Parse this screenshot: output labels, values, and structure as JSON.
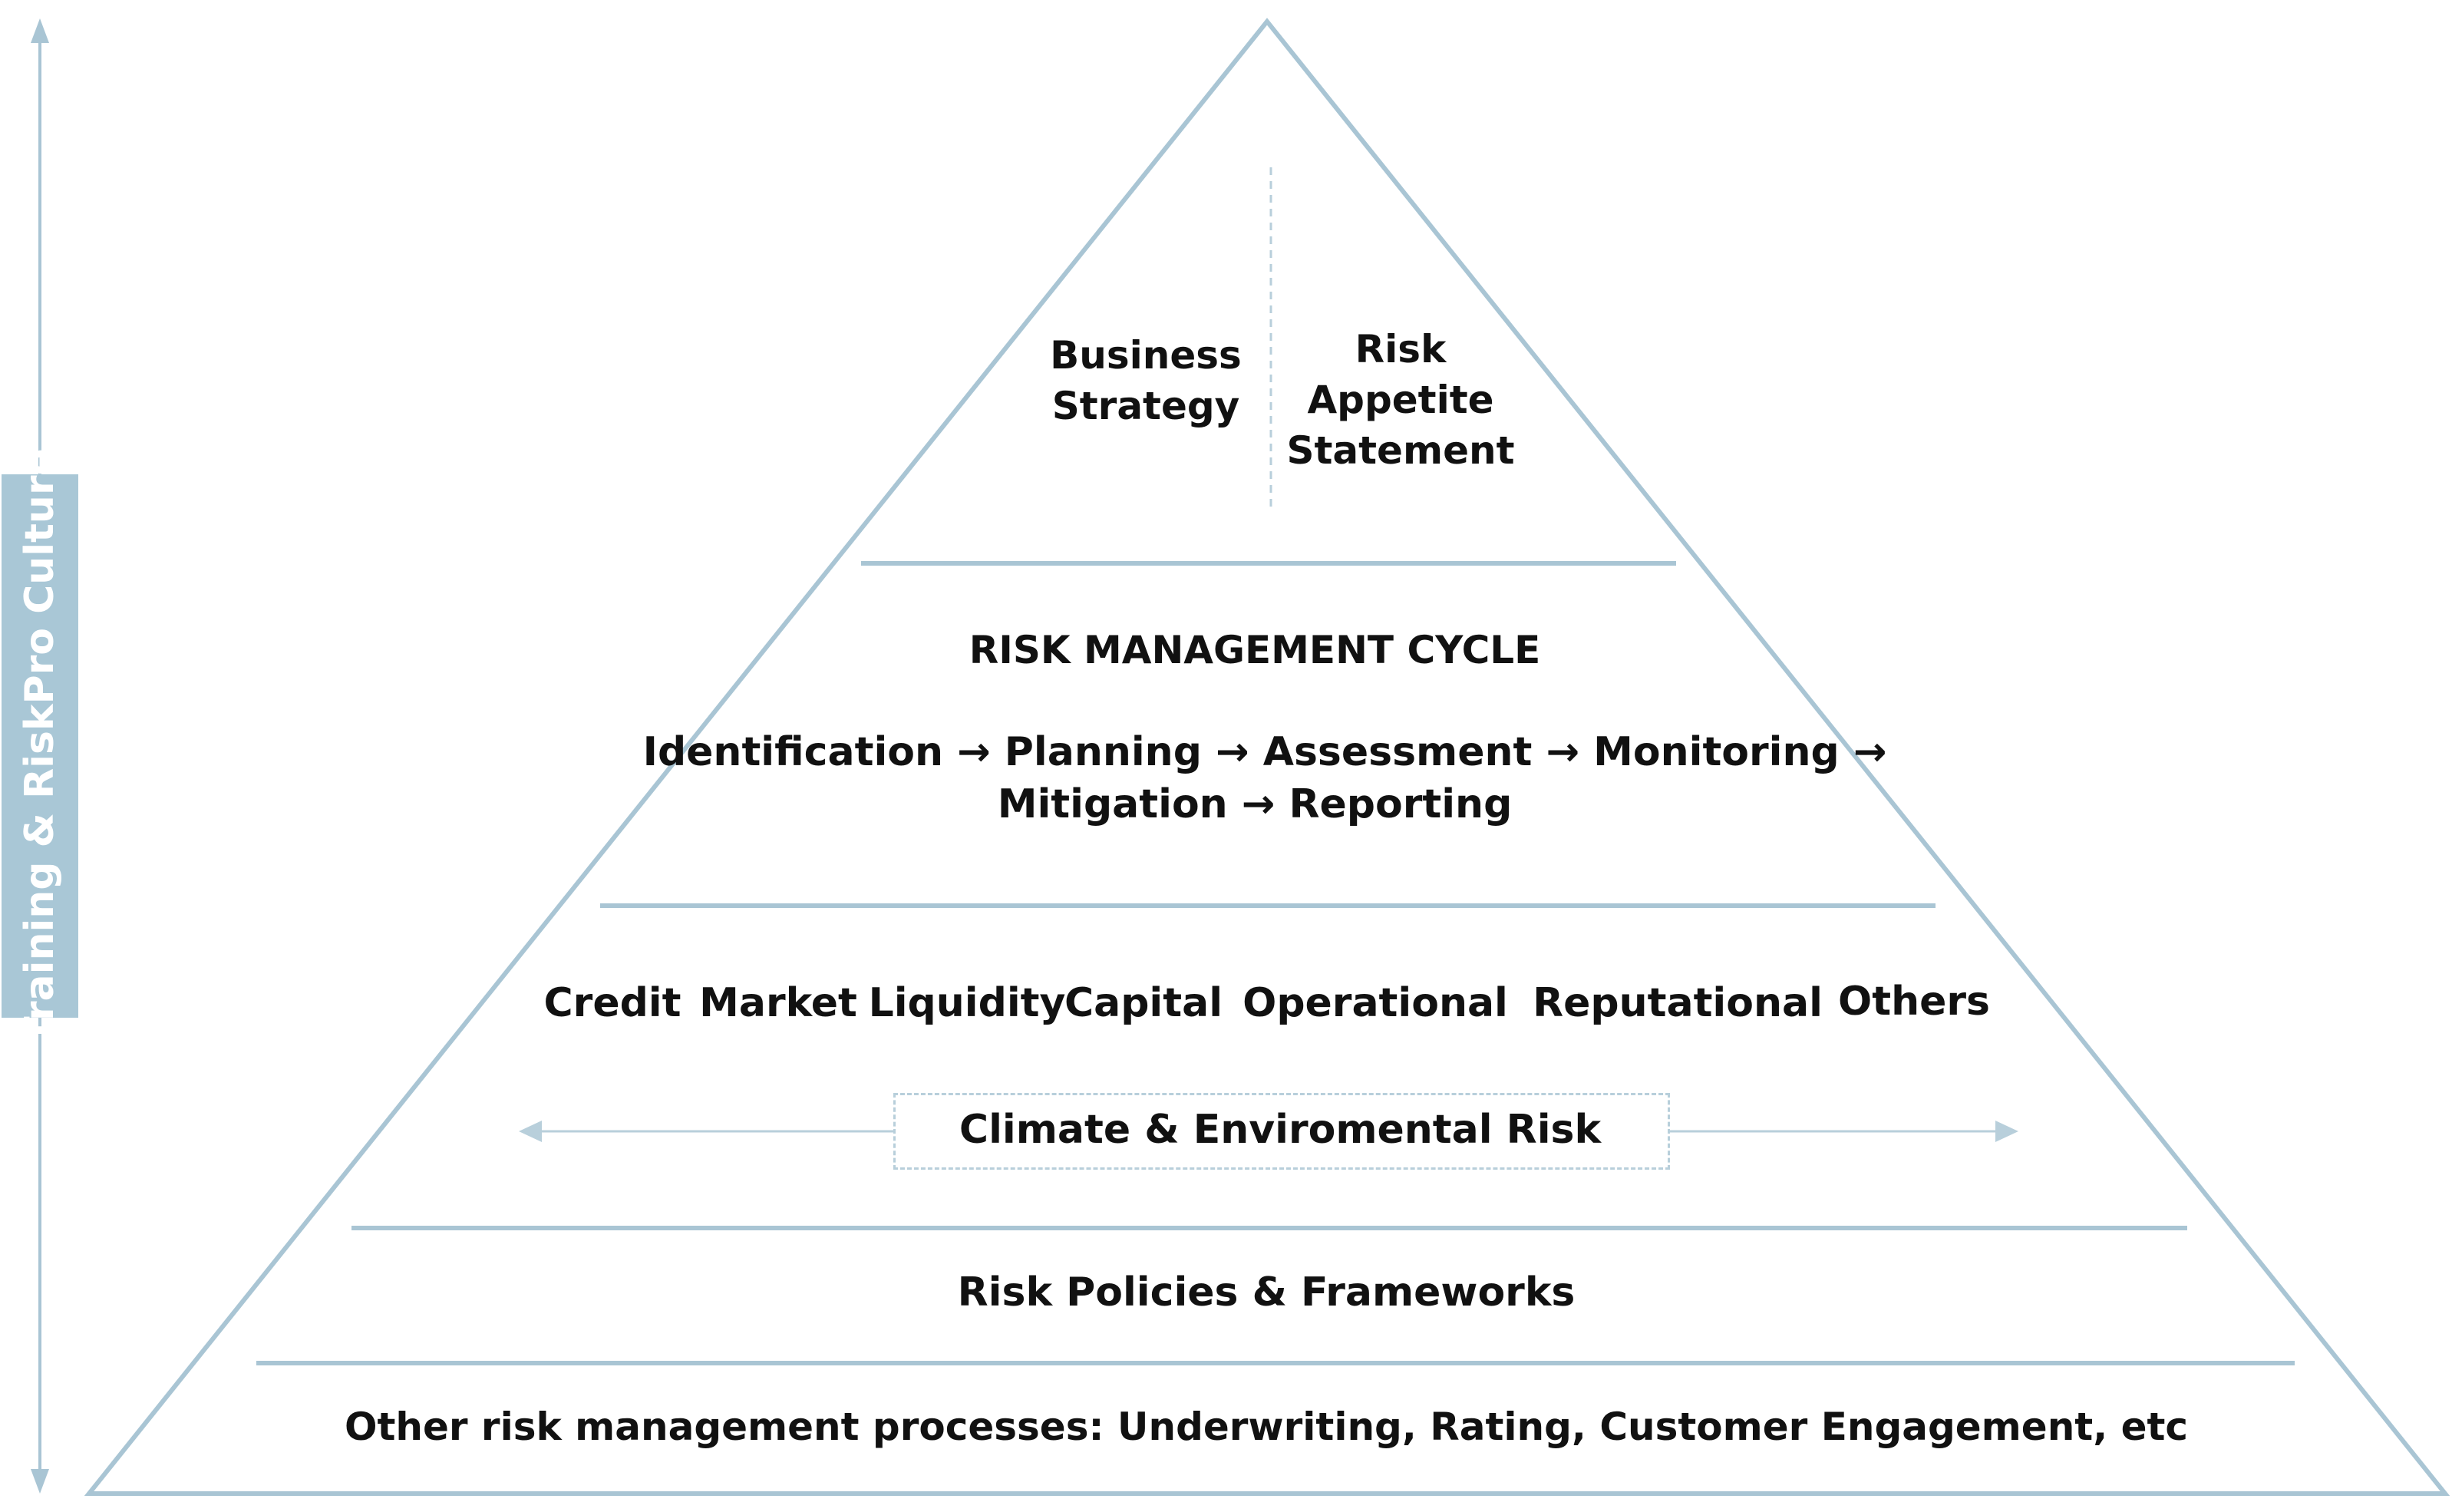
{
  "side_label": "Training & RiskPro Culture",
  "top": {
    "left_lines": [
      "Business",
      "Strategy"
    ],
    "right_lines": [
      "Risk",
      "Appetite",
      "Statement"
    ]
  },
  "cycle": {
    "title": "RISK MANAGEMENT CYCLE",
    "line1": "Identification → Planning → Assessment → Monitoring →",
    "line2": "Mitigation → Reporting"
  },
  "categories": [
    "Credit",
    "Market",
    "Liquidity",
    "Capital",
    "Operational",
    "Reputational",
    "Others"
  ],
  "climate": "Climate & Enviromental Risk",
  "policies": "Risk Policies & Frameworks",
  "other_processes": "Other risk management processes: Underwriting, Rating, Customer Engagement, etc",
  "colors": {
    "line": "#a9c5d4",
    "side_bar": "#a9c7d6",
    "text": "#111111"
  }
}
